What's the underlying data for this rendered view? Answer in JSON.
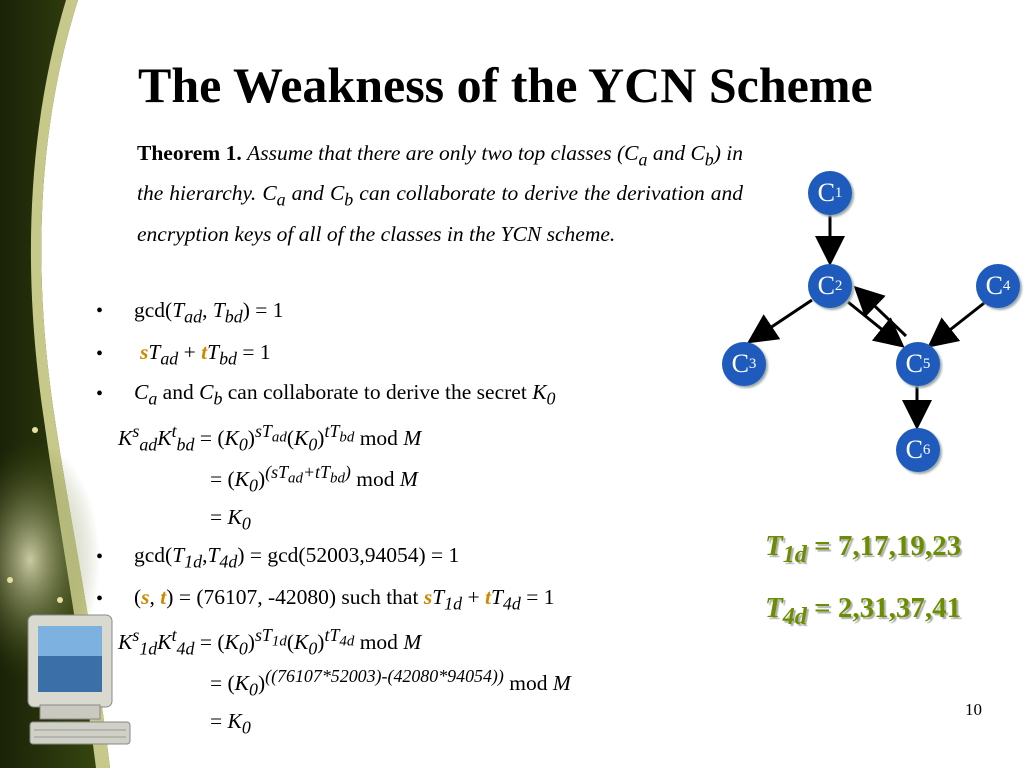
{
  "slide": {
    "title": "The Weakness of the YCN Scheme",
    "page_number": "10"
  },
  "theorem": {
    "label": "Theorem 1.",
    "text": "Assume that there are only two top classes (Ca and Cb) in the hierarchy. Ca and Cb can collaborate to derive the derivation and encryption keys of all of the classes in the YCN scheme."
  },
  "math": {
    "b1": "gcd(Tad, Tbd) = 1",
    "b2": "sTad + tTbd = 1",
    "b3": "Ca and Cb can collaborate to derive the secret K0",
    "eq1": "Ks_ad Kt_bd = (K0)^sTad (K0)^tTbd mod M",
    "eq2": "= (K0)^(sTad+tTbd) mod M",
    "eq3": "= K0",
    "b4": "gcd(T1d,T4d) = gcd(52003,94054) = 1",
    "b5": "(s, t) = (76107, -42080) such that sT1d + tT4d = 1",
    "eq4": "Ks_1d Kt_4d = (K0)^sT1d (K0)^tT4d mod M",
    "eq5": "= (K0)^((76107*52003)-(42080*94054)) mod M",
    "eq6": "= K0"
  },
  "graph": {
    "nodes": [
      "C1",
      "C2",
      "C3",
      "C4",
      "C5",
      "C6"
    ],
    "edges": [
      "C1→C2",
      "C2→C3",
      "C2→C5",
      "C5→C2",
      "C4→C5",
      "C5→C6"
    ],
    "node_color": "#1f5bbd"
  },
  "values": {
    "t1d": "T1d = 7,17,19,23",
    "t4d": "T4d = 2,31,37,41",
    "color": "#6b8e00"
  }
}
